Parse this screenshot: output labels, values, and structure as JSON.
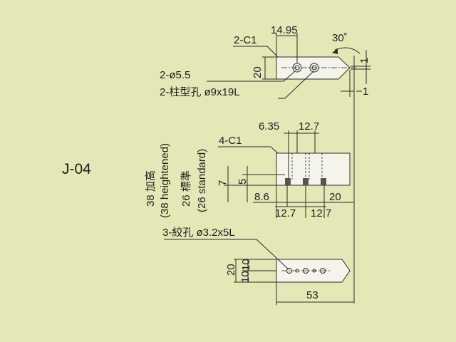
{
  "title": "J-04",
  "top_view": {
    "chamfer": "2-C1",
    "width": "14.95",
    "angle": "30˚",
    "height": "20",
    "offset_top": "1",
    "offset_side": "1",
    "hole_label": "2-ø5.5",
    "counterbore_label": "2-柱型孔 ø9x19L"
  },
  "side_view": {
    "height_heightened_cn": "38 加高",
    "height_heightened_en": "(38 heightened)",
    "height_standard_cn": "26 標準",
    "height_standard_en": "(26 standard)",
    "chamfer": "4-C1",
    "pitch_a": "6.35",
    "pitch_b": "12.7",
    "dim_7": "7",
    "dim_5": "5",
    "dim_86": "8.6",
    "dim_20": "20",
    "bottom_a": "12.7",
    "bottom_b": "12.7"
  },
  "bottom_view": {
    "thread_label": "3-絞孔 ø3.2x5L",
    "height": "20",
    "spacing_a": "10",
    "spacing_b": "10",
    "length": "53"
  }
}
